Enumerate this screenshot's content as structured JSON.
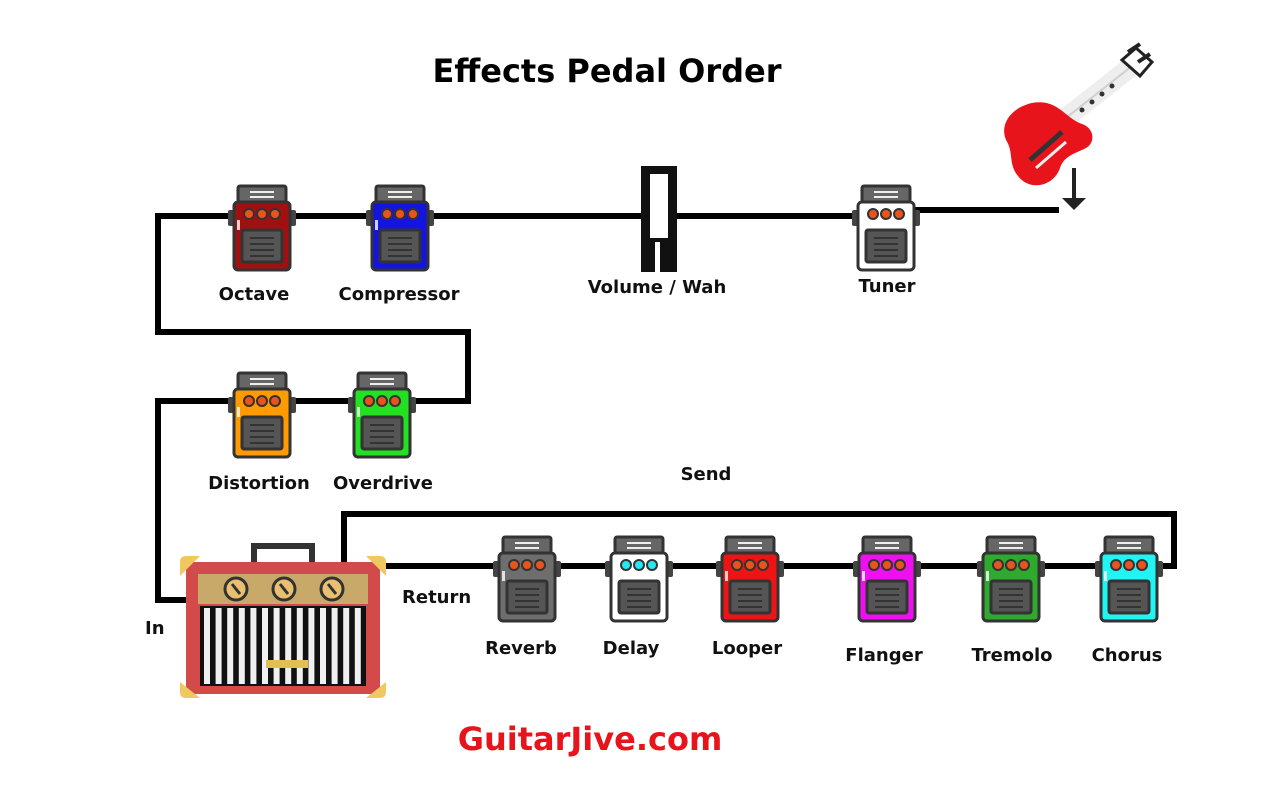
{
  "title": "Effects Pedal Order",
  "brand": "GuitarJive.com",
  "signal_labels": {
    "send": "Send",
    "return": "Return",
    "input": "In"
  },
  "volume_wah": {
    "label": "Volume / Wah"
  },
  "pedals": [
    {
      "id": "tuner",
      "label": "Tuner",
      "color": "#ffffff",
      "knob": "#e8541c"
    },
    {
      "id": "compressor",
      "label": "Compressor",
      "color": "#1414e0",
      "knob": "#e8541c"
    },
    {
      "id": "octave",
      "label": "Octave",
      "color": "#a01010",
      "knob": "#e8541c"
    },
    {
      "id": "overdrive",
      "label": "Overdrive",
      "color": "#22e022",
      "knob": "#e8541c"
    },
    {
      "id": "distortion",
      "label": "Distortion",
      "color": "#ff9a00",
      "knob": "#e8541c"
    },
    {
      "id": "chorus",
      "label": "Chorus",
      "color": "#22f4f4",
      "knob": "#e8541c"
    },
    {
      "id": "tremolo",
      "label": "Tremolo",
      "color": "#2eaa2e",
      "knob": "#e8541c"
    },
    {
      "id": "flanger",
      "label": "Flanger",
      "color": "#ee10ee",
      "knob": "#e8541c"
    },
    {
      "id": "looper",
      "label": "Looper",
      "color": "#ee1414",
      "knob": "#e8541c"
    },
    {
      "id": "delay",
      "label": "Delay",
      "color": "#ffffff",
      "knob": "#22e8f4"
    },
    {
      "id": "reverb",
      "label": "Reverb",
      "color": "#6e6e6e",
      "knob": "#e8541c"
    }
  ],
  "colors": {
    "cable": "#000000",
    "guitar": "#e8141c",
    "amp_frame": "#d24a4a",
    "amp_panel": "#c9a96a",
    "amp_corner": "#f0c860"
  }
}
